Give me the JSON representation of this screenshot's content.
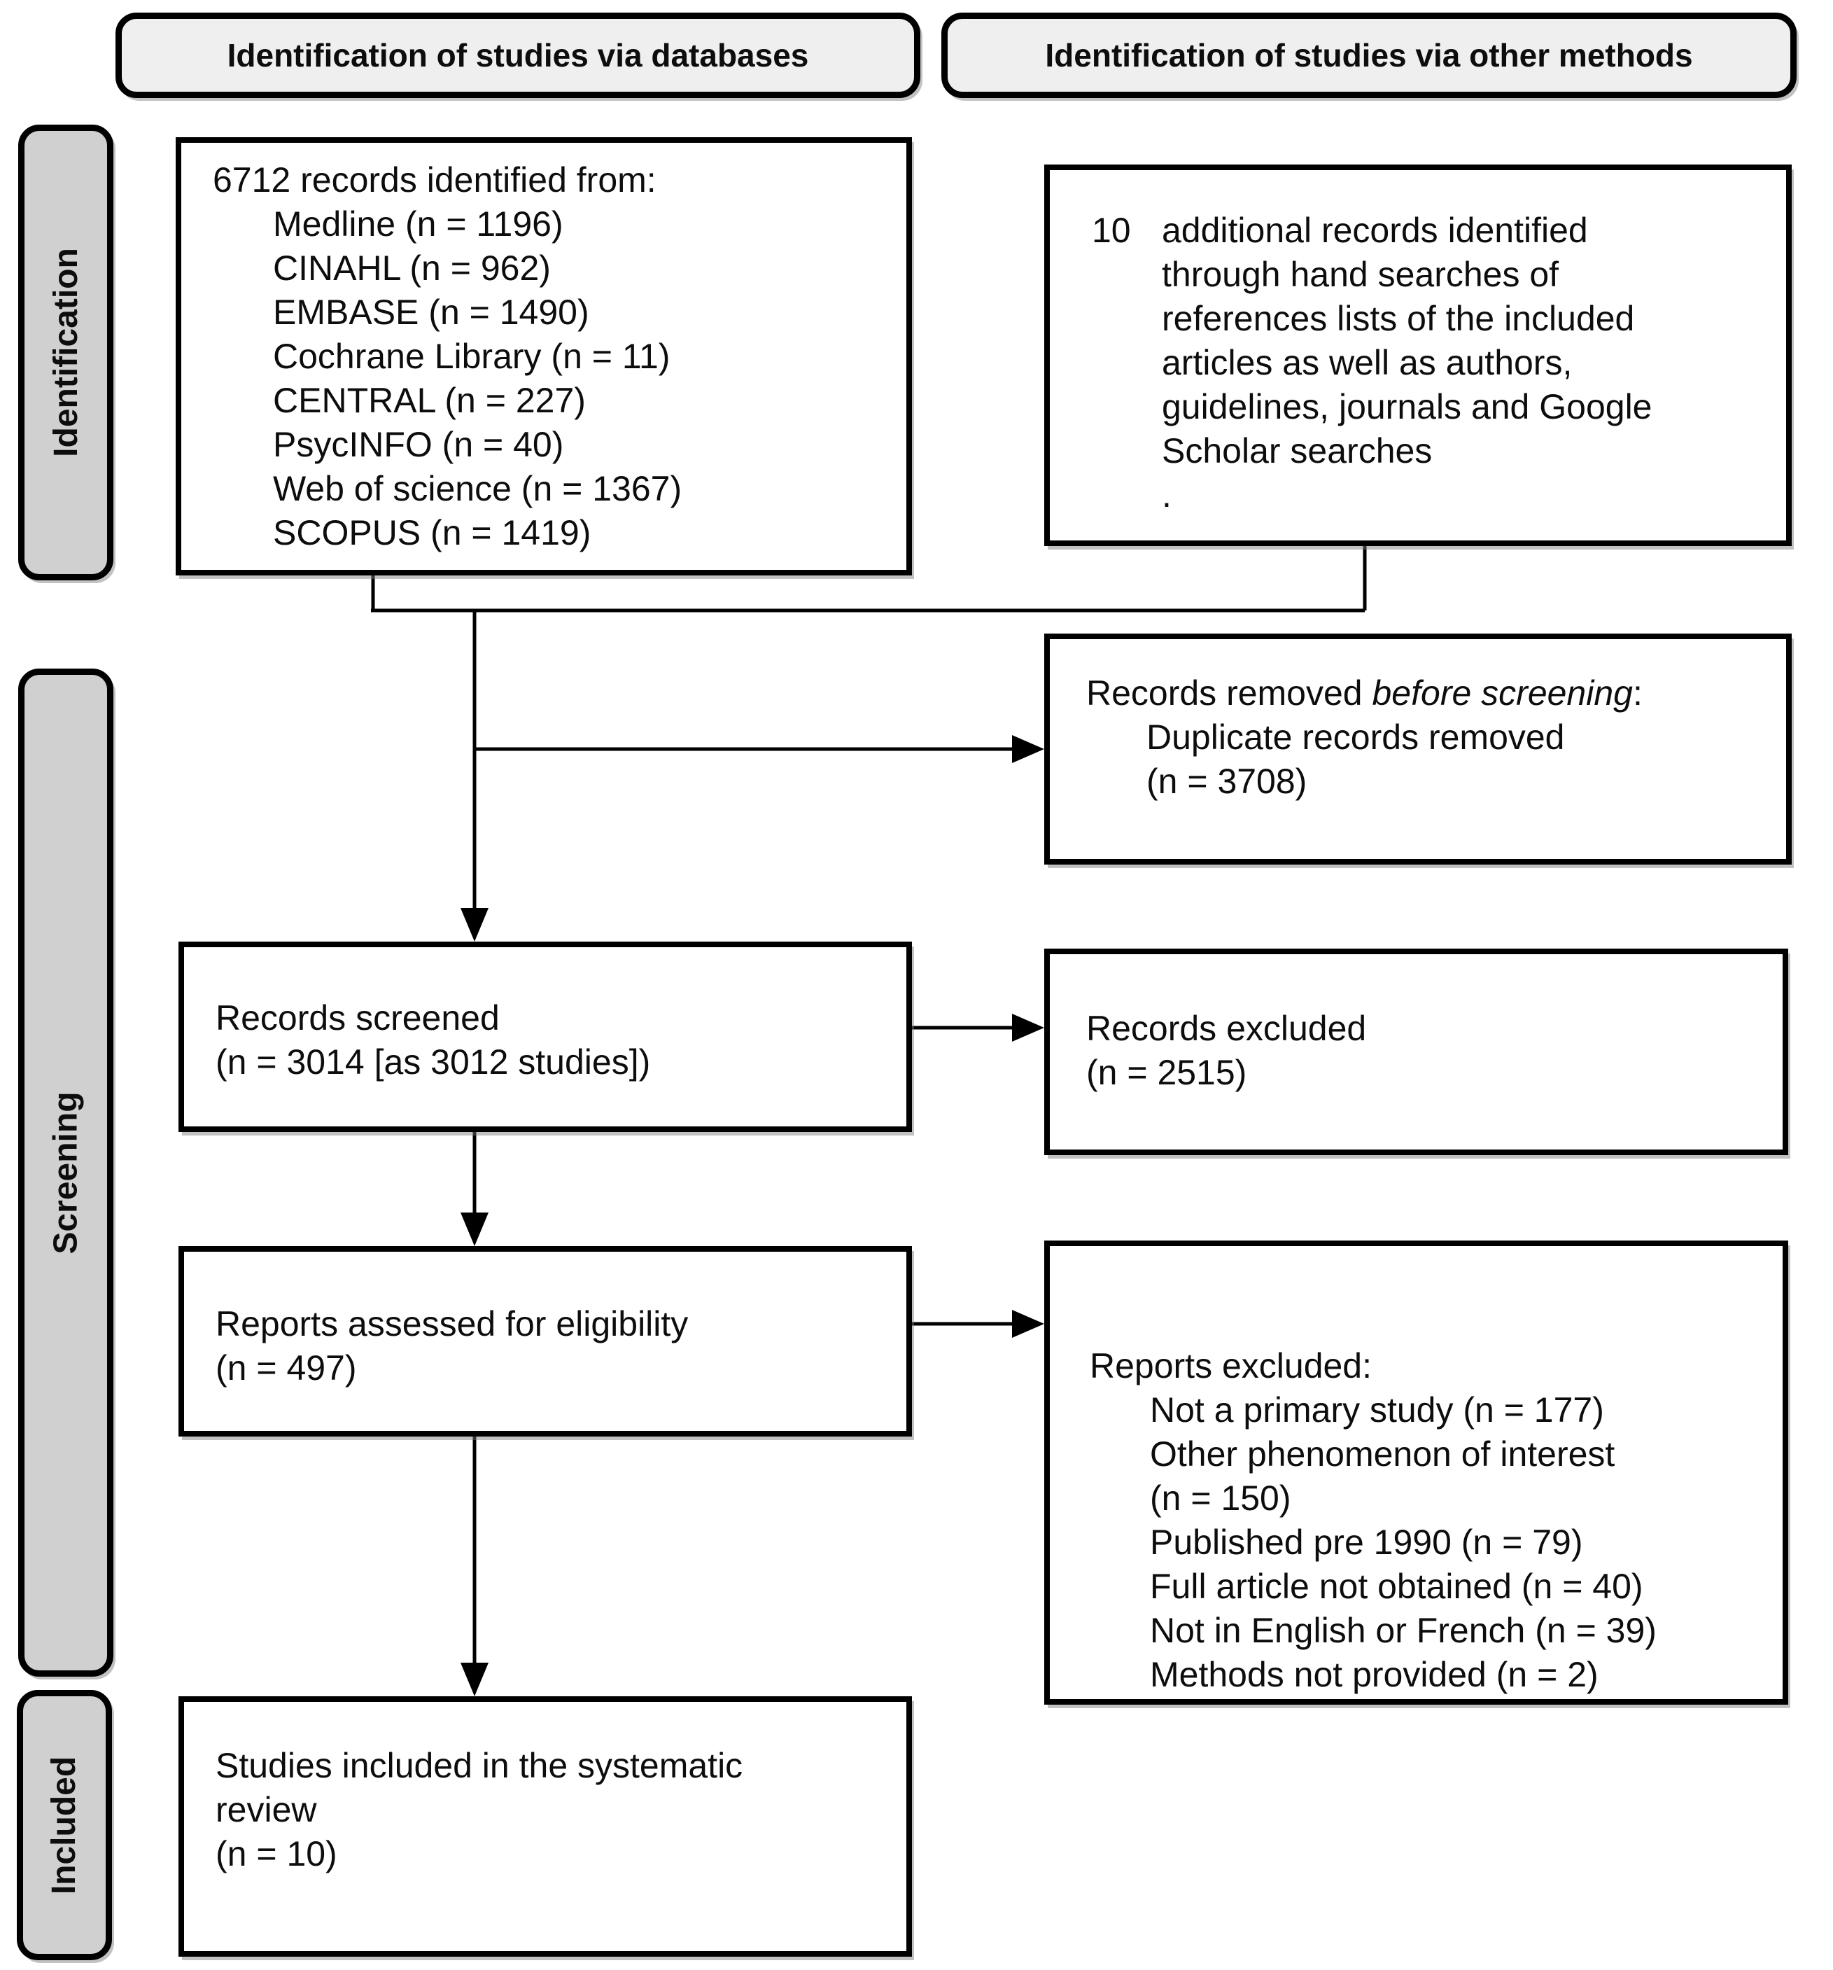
{
  "headers": {
    "databases": "Identification of studies via databases",
    "other_methods": "Identification of studies via other methods"
  },
  "stages": {
    "identification": "Identification",
    "screening": "Screening",
    "included": "Included"
  },
  "boxes": {
    "identified": {
      "title": "6712 records identified from:",
      "items": [
        "Medline (n = 1196)",
        "CINAHL (n = 962)",
        "EMBASE (n = 1490)",
        "Cochrane Library (n = 11)",
        "CENTRAL (n = 227)",
        "PsycINFO (n = 40)",
        "Web of science (n = 1367)",
        "SCOPUS (n = 1419)"
      ]
    },
    "additional": {
      "number": "10",
      "lines": [
        "additional records identified",
        "through hand searches of",
        "references lists of the included",
        "articles as well as authors,",
        "guidelines, journals and Google",
        "Scholar searches",
        "."
      ]
    },
    "removed": {
      "title_prefix": "Records removed ",
      "title_italic": "before screening",
      "title_suffix": ":",
      "items": [
        "Duplicate records removed",
        "(n = 3708)"
      ]
    },
    "screened": {
      "lines": [
        "Records screened",
        "(n = 3014 [as 3012 studies])"
      ]
    },
    "records_excluded": {
      "lines": [
        "Records excluded",
        "(n = 2515)"
      ]
    },
    "assessed": {
      "lines": [
        "Reports assessed for eligibility",
        "(n = 497)"
      ]
    },
    "reports_excluded": {
      "title": "Reports excluded:",
      "items": [
        "Not a primary study (n = 177)",
        "Other phenomenon of interest",
        "(n = 150)",
        "Published pre 1990 (n = 79)",
        "Full article not obtained (n = 40)",
        "Not in English or French (n = 39)",
        "Methods not provided (n = 2)"
      ]
    },
    "included_studies": {
      "lines": [
        "Studies included in the systematic",
        "review",
        "(n = 10)"
      ]
    }
  },
  "colors": {
    "header_fill": "#efefef",
    "stage_fill": "#d0d0d0",
    "box_fill": "#ffffff",
    "line": "#000000"
  }
}
